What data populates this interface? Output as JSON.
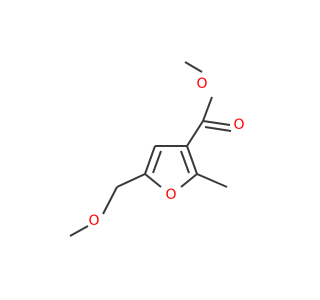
{
  "molecule": {
    "atoms": [
      {
        "id": "O1",
        "element": "O",
        "label": "O"
      },
      {
        "id": "O2",
        "element": "O",
        "label": "O"
      },
      {
        "id": "O3",
        "element": "O",
        "label": "O"
      },
      {
        "id": "O4",
        "element": "O",
        "label": "O"
      }
    ],
    "colors": {
      "bond": "#3a3a3a",
      "oxygen": "#ff0000",
      "background": "#ffffff"
    }
  }
}
